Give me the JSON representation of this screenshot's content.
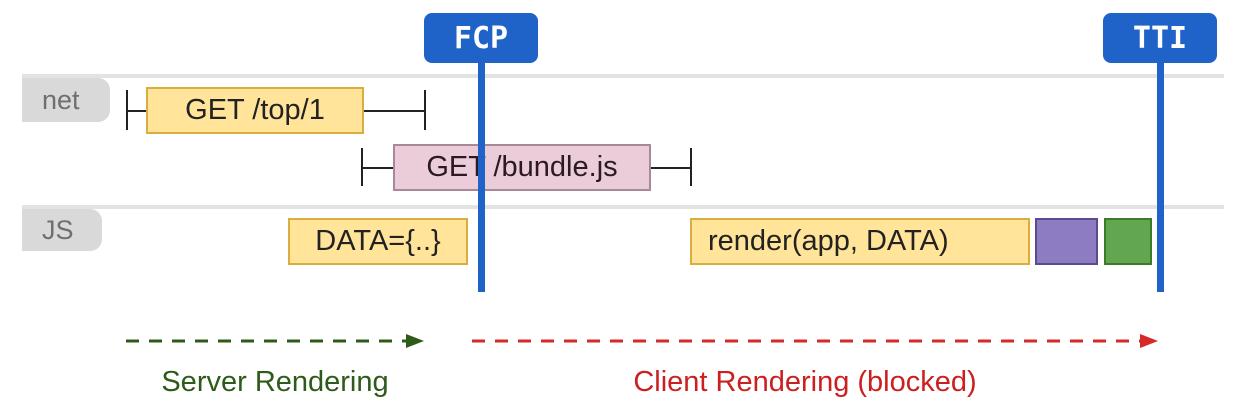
{
  "markers": [
    {
      "id": "fcp",
      "label": "FCP"
    },
    {
      "id": "tti",
      "label": "TTI"
    }
  ],
  "rows": {
    "net": {
      "label": "net"
    },
    "js": {
      "label": "JS"
    }
  },
  "net_requests": [
    {
      "id": "top",
      "label": "GET /top/1"
    },
    {
      "id": "bundle",
      "label": "GET /bundle.js"
    }
  ],
  "js_tasks": [
    {
      "id": "data",
      "label": "DATA={..}"
    },
    {
      "id": "render",
      "label": "render(app, DATA)"
    }
  ],
  "phases": [
    {
      "id": "server",
      "label": "Server Rendering",
      "color": "#2f5b1a"
    },
    {
      "id": "client",
      "label": "Client Rendering (blocked)",
      "color": "#cc1f1f"
    }
  ],
  "colors": {
    "marker": "#1f63c9",
    "server_arrow": "#2f5b1a",
    "client_arrow": "#d42a2a",
    "request_yellow": "#ffe49a",
    "request_pink": "#ebccd9",
    "task_purple": "#8e7cc3",
    "task_green": "#62a750"
  }
}
